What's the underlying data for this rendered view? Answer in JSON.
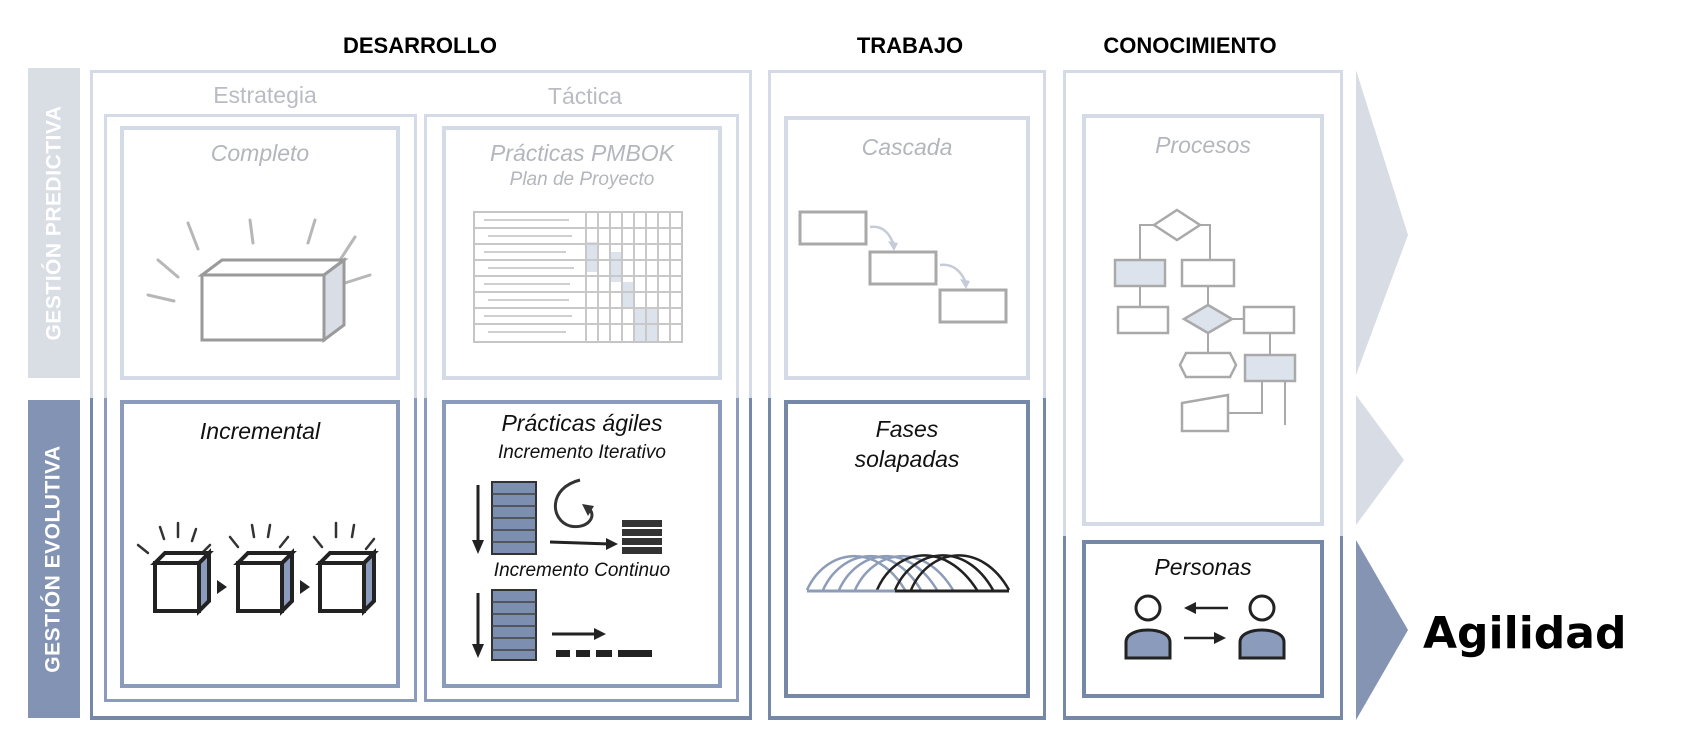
{
  "columns": {
    "desarrollo": "DESARROLLO",
    "trabajo": "TRABAJO",
    "conocimiento": "CONOCIMIENTO"
  },
  "subheaders": {
    "estrategia": "Estrategia",
    "tactica": "Táctica"
  },
  "rows": {
    "predictiva": "GESTIÓN PREDICTIVA",
    "evolutiva": "GESTIÓN EVOLUTIVA"
  },
  "predictive": {
    "completo": "Completo",
    "practicas_pmbok": "Prácticas PMBOK",
    "plan_proyecto": "Plan de Proyecto",
    "cascada": "Cascada",
    "procesos": "Procesos"
  },
  "evolutive": {
    "incremental": "Incremental",
    "practicas_agiles": "Prácticas ágiles",
    "incremento_iterativo": "Incremento Iterativo",
    "incremento_continuo": "Incremento Continuo",
    "fases_line1": "Fases",
    "fases_line2": "solapadas",
    "personas": "Personas"
  },
  "result": "Agilidad",
  "colors": {
    "predictive_frame": "#d5dbe6",
    "evolutive_frame": "#7588a8",
    "evolutive_fill": "#8a9bbb",
    "predictive_side": "#d9dde4",
    "evolutive_side": "#8293b3",
    "arrow_light": "#d7dce5",
    "arrow_dark": "#8494b2"
  }
}
